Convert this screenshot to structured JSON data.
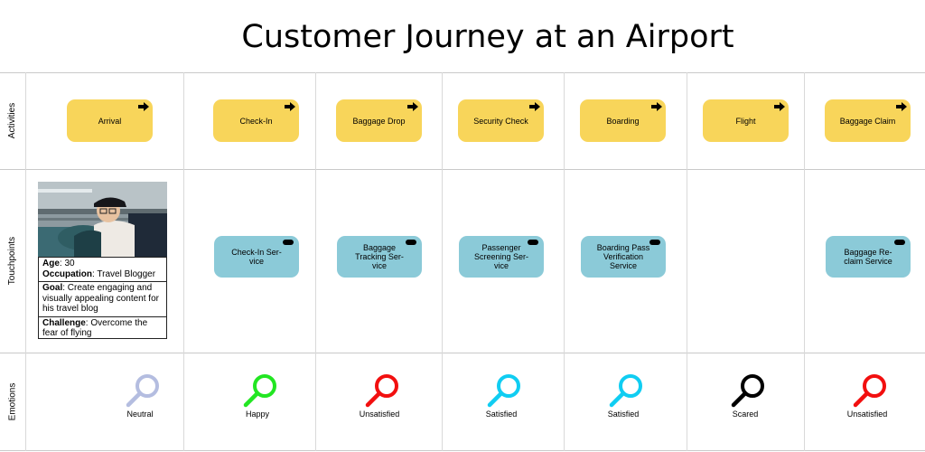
{
  "title": "Customer Journey at an Airport",
  "rows": {
    "activities": "Activities",
    "touchpoints": "Touchpoints",
    "emotions": "Emotions"
  },
  "activities": [
    "Arrival",
    "Check-In",
    "Baggage Drop",
    "Security Check",
    "Boarding",
    "Flight",
    "Baggage Claim"
  ],
  "touchpoints": [
    "",
    "Check-In Ser-\nvice",
    "Baggage\nTracking Ser-\nvice",
    "Passenger\nScreening Ser-\nvice",
    "Boarding Pass\nVerification\nService",
    "",
    "Baggage Re-\nclaim Service"
  ],
  "emotions": [
    {
      "label": "Neutral",
      "color": "#b4bde0",
      "icon": "magnifier-icon"
    },
    {
      "label": "Happy",
      "color": "#22e622",
      "icon": "magnifier-icon"
    },
    {
      "label": "Unsatisfied",
      "color": "#f20f0f",
      "icon": "magnifier-icon"
    },
    {
      "label": "Satisfied",
      "color": "#10cdf2",
      "icon": "magnifier-icon"
    },
    {
      "label": "Satisfied",
      "color": "#10cdf2",
      "icon": "magnifier-icon"
    },
    {
      "label": "Scared",
      "color": "#000000",
      "icon": "magnifier-icon"
    },
    {
      "label": "Unsatisfied",
      "color": "#f20f0f",
      "icon": "magnifier-icon"
    }
  ],
  "persona": {
    "age_label": "Age",
    "age": ": 30",
    "occupation_label": "Occupation",
    "occupation": ": Travel Blogger",
    "goal_label": "Goal",
    "goal": ": Create engaging and visually appealing content for his travel blog",
    "challenge_label": "Challenge",
    "challenge": ": Overcome the fear of flying"
  },
  "colors": {
    "activity": "#f8d55a",
    "touchpoint": "#8bcad8"
  }
}
